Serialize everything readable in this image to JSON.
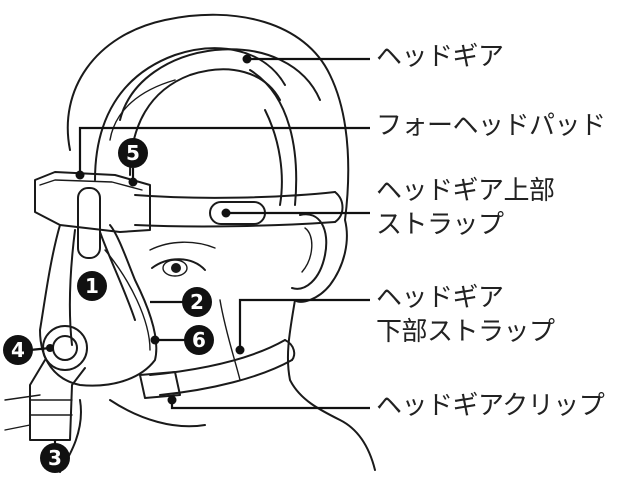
{
  "labels": {
    "headgear": "ヘッドギア",
    "forehead_pad": "フォーヘッドパッド",
    "upper_strap_line1": "ヘッドギア上部",
    "upper_strap_line2": "ストラップ",
    "lower_strap_line1": "ヘッドギア",
    "lower_strap_line2": "下部ストラップ",
    "clip": "ヘッドギアクリップ"
  },
  "markers": [
    "1",
    "2",
    "3",
    "4",
    "5",
    "6"
  ]
}
